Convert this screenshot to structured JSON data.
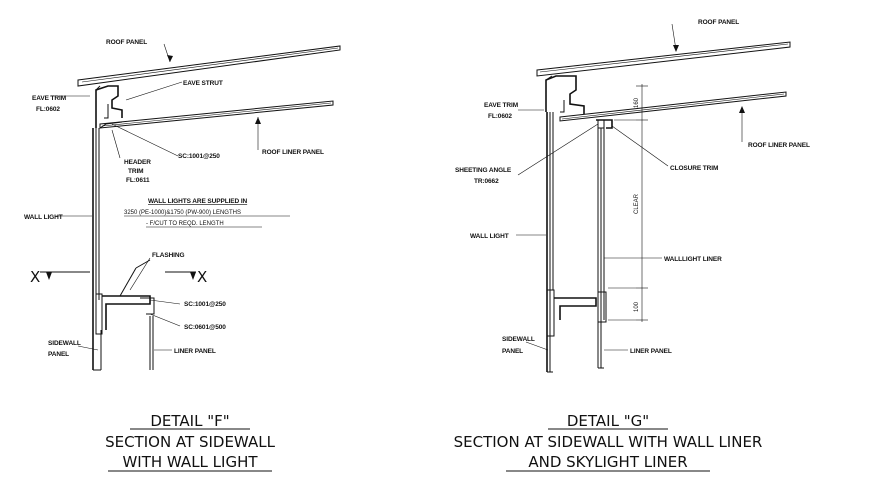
{
  "detail_f": {
    "roof_panel": "ROOF PANEL",
    "eave_trim": "EAVE TRIM",
    "eave_trim_code": "FL:0602",
    "eave_strut": "EAVE STRUT",
    "sc_top": "SC:1001@250",
    "roof_liner": "ROOF LINER PANEL",
    "header_trim_1": "HEADER",
    "header_trim_2": "TRIM",
    "header_trim_code": "FL:0611",
    "note_line1": "WALL LIGHTS ARE SUPPLIED IN",
    "note_line2": "3250 (PE-1000)&1750 (PW-900) LENGTHS",
    "note_line3": "- F/CUT TO REQD. LENGTH",
    "wall_light": "WALL LIGHT",
    "flashing": "FLASHING",
    "section_mark": "X",
    "sc_1001": "SC:1001@250",
    "sc_0601": "SC:0601@500",
    "sidewall_1": "SIDEWALL",
    "sidewall_2": "PANEL",
    "liner_panel": "LINER PANEL",
    "title_1": "DETAIL  \"F\"",
    "title_2": "SECTION AT SIDEWALL",
    "title_3": "WITH WALL LIGHT"
  },
  "detail_g": {
    "roof_panel": "ROOF PANEL",
    "eave_trim": "EAVE TRIM",
    "eave_trim_code": "FL:0602",
    "roof_liner": "ROOF LINER PANEL",
    "dim_160": "160",
    "sheeting_angle": "SHEETING ANGLE",
    "sheeting_angle_code": "TR:0662",
    "closure_trim": "CLOSURE TRIM",
    "clear": "CLEAR",
    "wall_light": "WALL LIGHT",
    "walllight_liner": "WALLLIGHT LINER",
    "dim_100": "100",
    "sidewall_1": "SIDEWALL",
    "sidewall_2": "PANEL",
    "liner_panel": "LINER PANEL",
    "title_1": "DETAIL  \"G\"",
    "title_2": "SECTION AT SIDEWALL WITH WALL LINER",
    "title_3": "AND SKYLIGHT LINER"
  }
}
